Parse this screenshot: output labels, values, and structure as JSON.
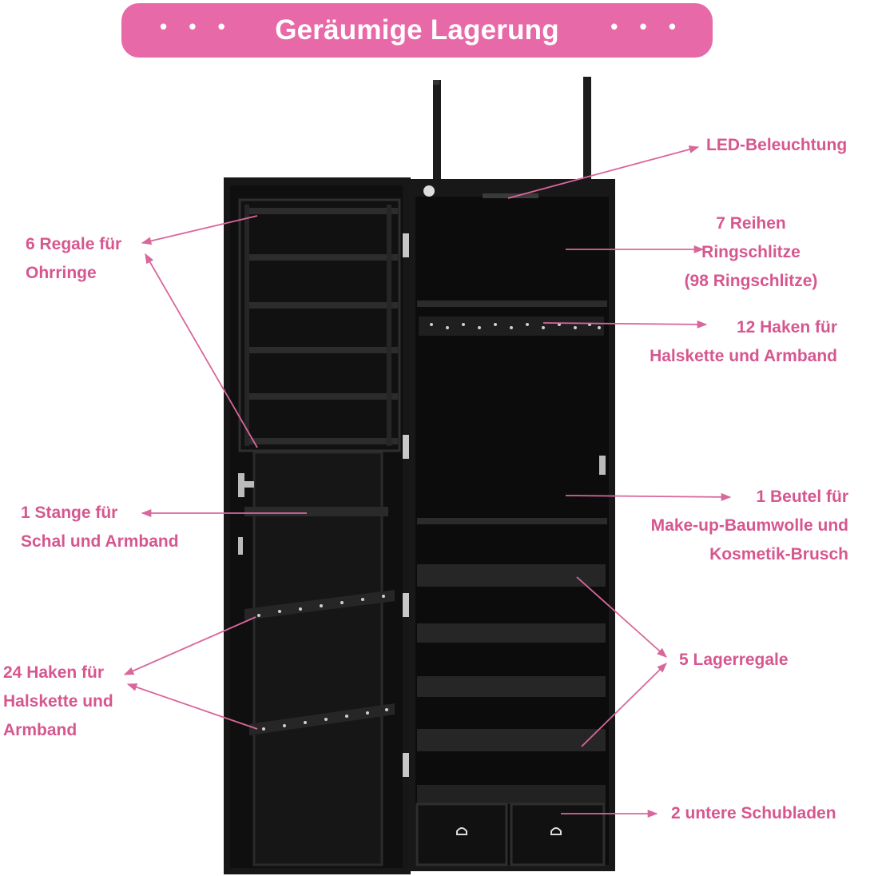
{
  "banner": {
    "title": "Geräumige Lagerung",
    "dots_left": "• • •",
    "dots_right": "• • •"
  },
  "colors": {
    "banner": "#e869a8",
    "label_text": "#d6578f",
    "arrow": "#d8679b",
    "cabinet": "#141414"
  },
  "labels": {
    "led": [
      "LED-Beleuchtung"
    ],
    "ring_slots": [
      "7 Reihen",
      "Ringschlitze",
      "(98 Ringschlitze)"
    ],
    "necklace_hooks_12": [
      "12 Haken für",
      "Halskette und Armband"
    ],
    "pouch": [
      "1 Beutel für",
      "Make-up-Baumwolle und",
      "Kosmetik-Brusch"
    ],
    "shelves": [
      "5 Lagerregale"
    ],
    "drawers": [
      "2 untere Schubladen"
    ],
    "earring_shelves": [
      "6 Regale für",
      "Ohrringe"
    ],
    "rod": [
      "1 Stange für",
      "Schal und Armband"
    ],
    "necklace_hooks_24": [
      "24 Haken für",
      "Halskette und",
      "Armband"
    ]
  }
}
